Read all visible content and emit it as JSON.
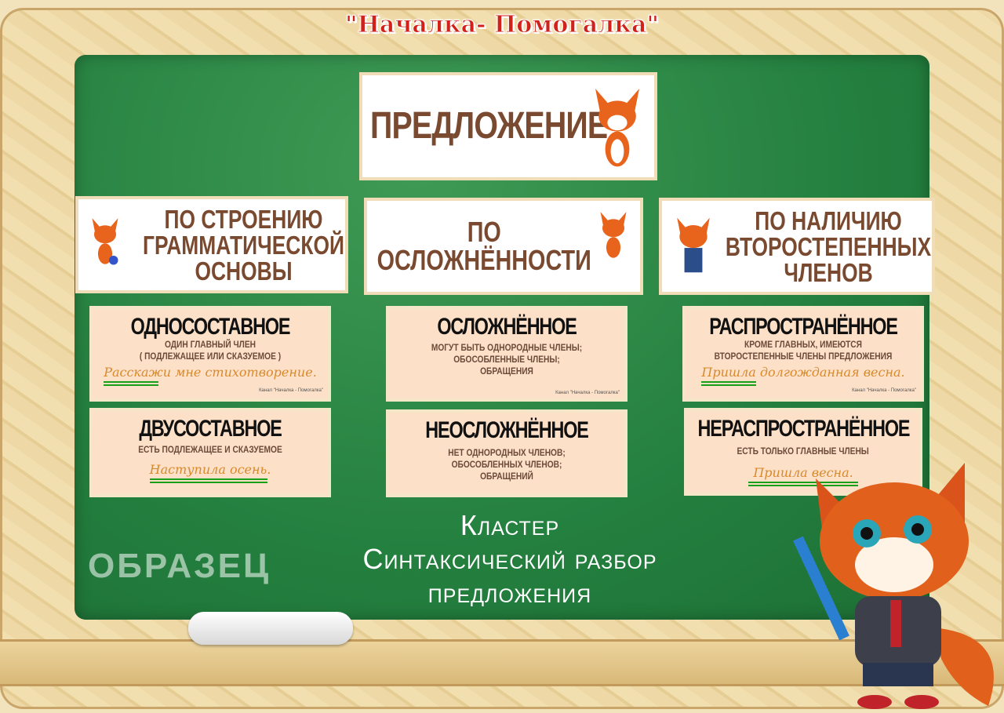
{
  "header": {
    "title": "\"Началка- Помогалка\""
  },
  "main_card": {
    "label": "ПРЕДЛОЖЕНИЕ"
  },
  "categories": [
    {
      "label": "ПО СТРОЕНИЮ ГРАММАТИЧЕСКОЙ ОСНОВЫ"
    },
    {
      "label": "ПО ОСЛОЖНЁННОСТИ"
    },
    {
      "label": "ПО НАЛИЧИЮ ВТОРОСТЕПЕННЫХ ЧЛЕНОВ"
    }
  ],
  "types": [
    {
      "title": "ОДНОСОСТАВНОЕ",
      "lines": [
        "ОДИН ГЛАВНЫЙ ЧЛЕН",
        "( ПОДЛЕЖАЩЕЕ ИЛИ СКАЗУЕМОЕ )"
      ],
      "example": "Расскажи мне стихотворение."
    },
    {
      "title": "ОСЛОЖНЁННОЕ",
      "lines": [
        "МОГУТ БЫТЬ ОДНОРОДНЫЕ ЧЛЕНЫ;",
        "ОБОСОБЛЕННЫЕ ЧЛЕНЫ;",
        "ОБРАЩЕНИЯ"
      ]
    },
    {
      "title": "РАСПРОСТРАНЁННОЕ",
      "lines": [
        "КРОМЕ ГЛАВНЫХ, ИМЕЮТСЯ",
        "ВТОРОСТЕПЕННЫЕ ЧЛЕНЫ ПРЕДЛОЖЕНИЯ"
      ],
      "example": "Пришла долгожданная весна."
    },
    {
      "title": "ДВУСОСТАВНОЕ",
      "lines": [
        "ЕСТЬ ПОДЛЕЖАЩЕЕ И СКАЗУЕМОЕ"
      ],
      "example": "Наступила осень."
    },
    {
      "title": "НЕОСЛОЖНЁННОЕ",
      "lines": [
        "НЕТ ОДНОРОДНЫХ ЧЛЕНОВ;",
        "ОБОСОБЛЕННЫХ ЧЛЕНОВ;",
        "ОБРАЩЕНИЙ"
      ]
    },
    {
      "title": "НЕРАСПРОСТРАНЁННОЕ",
      "lines": [
        "ЕСТЬ ТОЛЬКО ГЛАВНЫЕ ЧЛЕНЫ"
      ],
      "example": "Пришла весна."
    }
  ],
  "credit": "Канал \"Началка - Помогалка\"",
  "watermark": "ОБРАЗЕЦ",
  "caption": [
    "Кластер",
    "Синтаксический разбор",
    "предложения"
  ]
}
